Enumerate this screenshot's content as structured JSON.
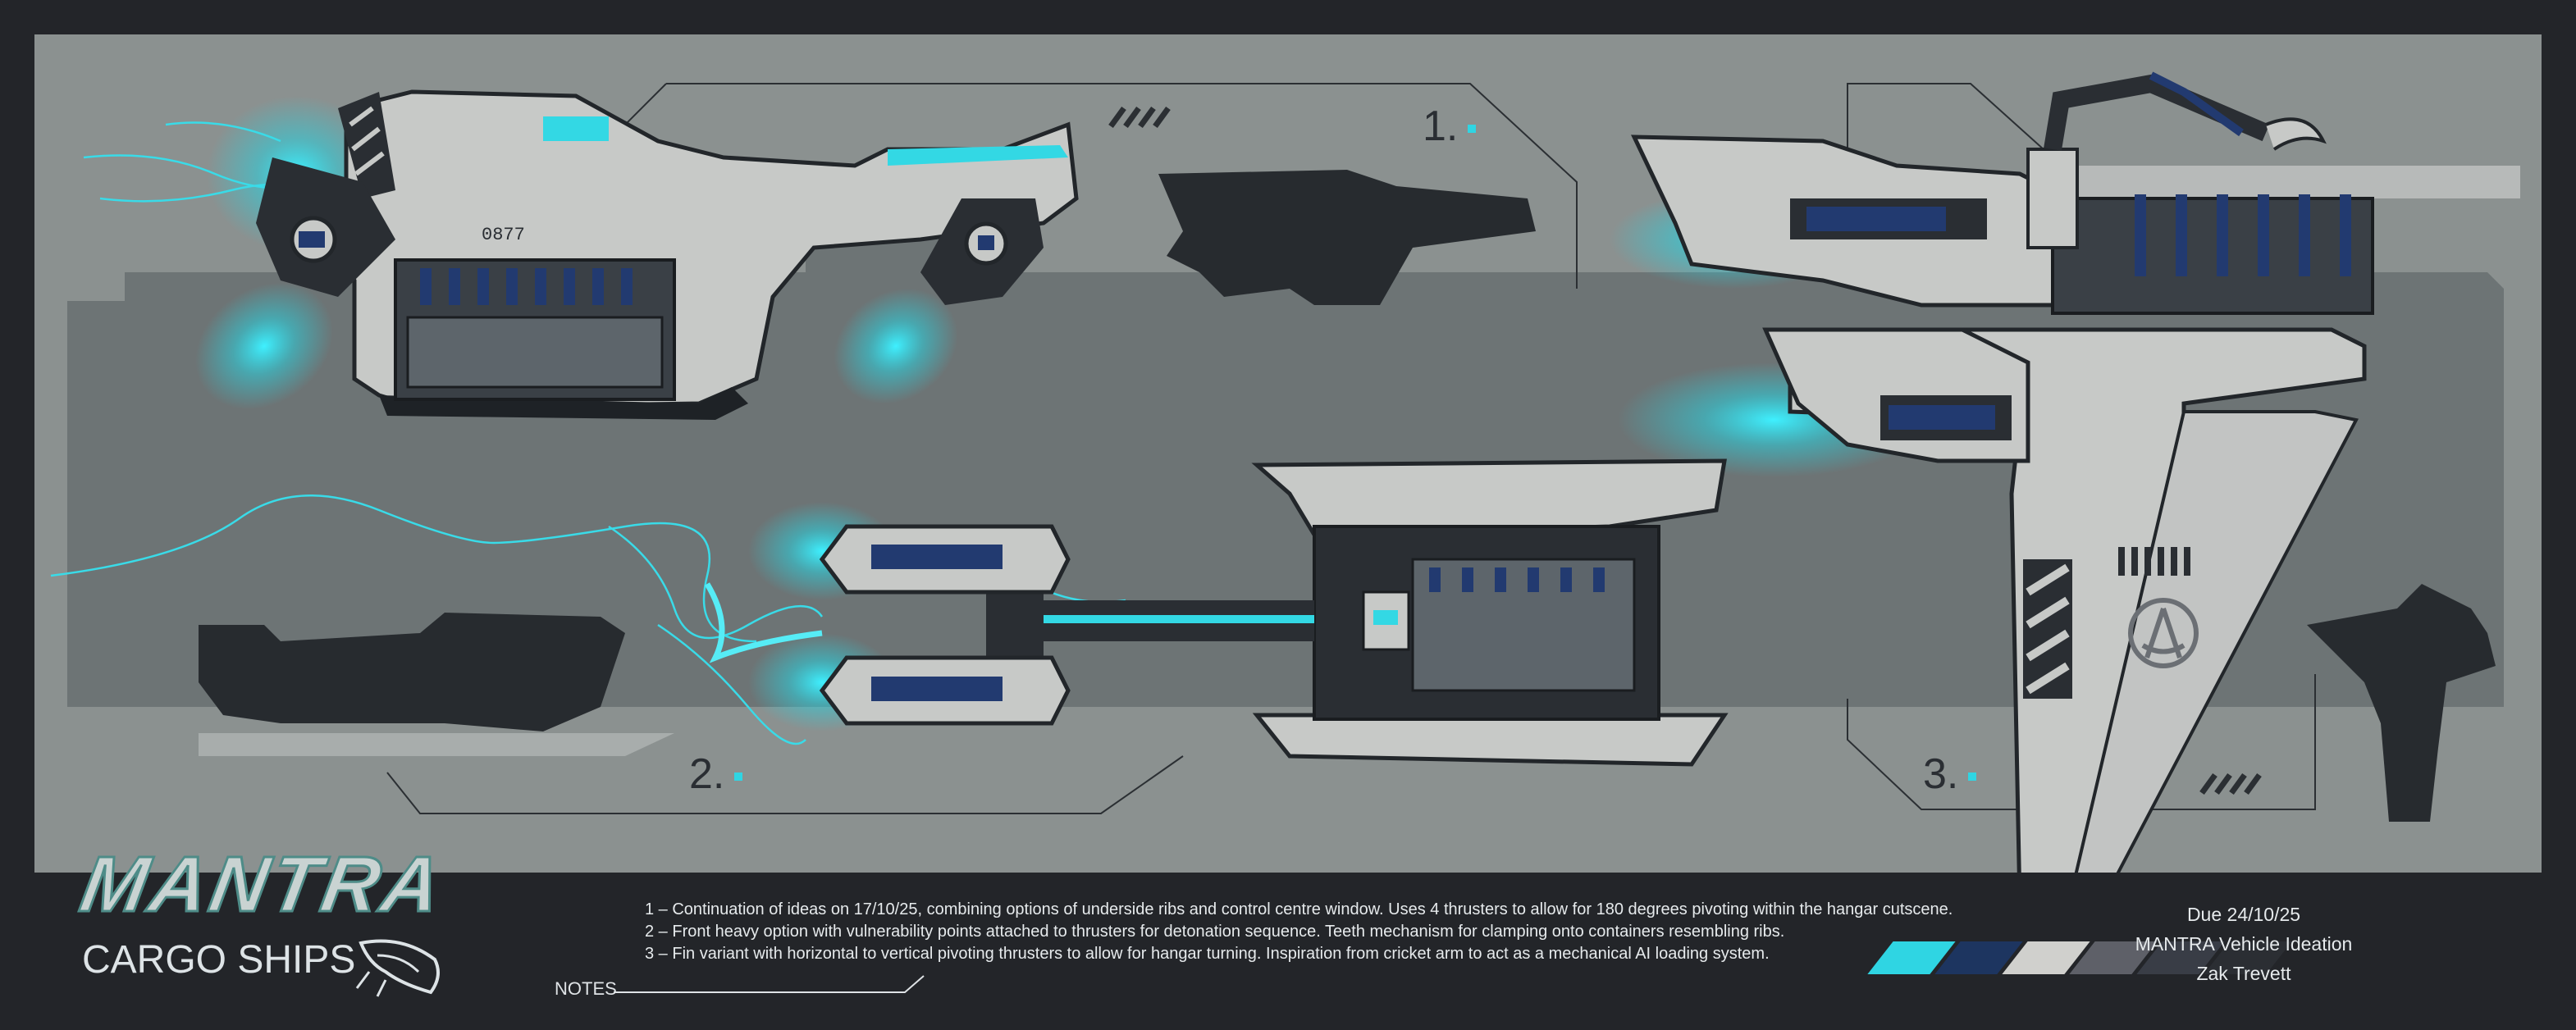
{
  "title": "MANTRA",
  "subtitle": "CARGO SHIPS",
  "labels": {
    "one": "1.",
    "two": "2.",
    "three": "3.",
    "serial": "0877"
  },
  "notes": {
    "label": "NOTES",
    "lines": [
      "1 – Continuation of ideas on 17/10/25, combining options of underside ribs and control centre window. Uses 4 thrusters to allow for 180 degrees pivoting within the hangar cutscene.",
      "2 – Front heavy option with vulnerability points attached to thrusters for detonation sequence. Teeth mechanism for clamping onto containers resembling ribs.",
      "3 – Fin variant with horizontal to vertical pivoting thrusters to allow for hangar turning. Inspiration from cricket arm to act as a mechanical AI loading system."
    ]
  },
  "info": {
    "due_label": "Due",
    "due_date": "24/10/25",
    "project_label": "MANTRA",
    "project_desc": "Vehicle Ideation",
    "author": "Zak Trevett"
  },
  "palette": [
    "#2fd5e3",
    "#1d3560",
    "#d0d0cd",
    "#5e6068",
    "#393d46",
    "#2b2e33"
  ],
  "icons": [
    "mantra-emblem-icon",
    "mantra-fish-logo-icon"
  ]
}
